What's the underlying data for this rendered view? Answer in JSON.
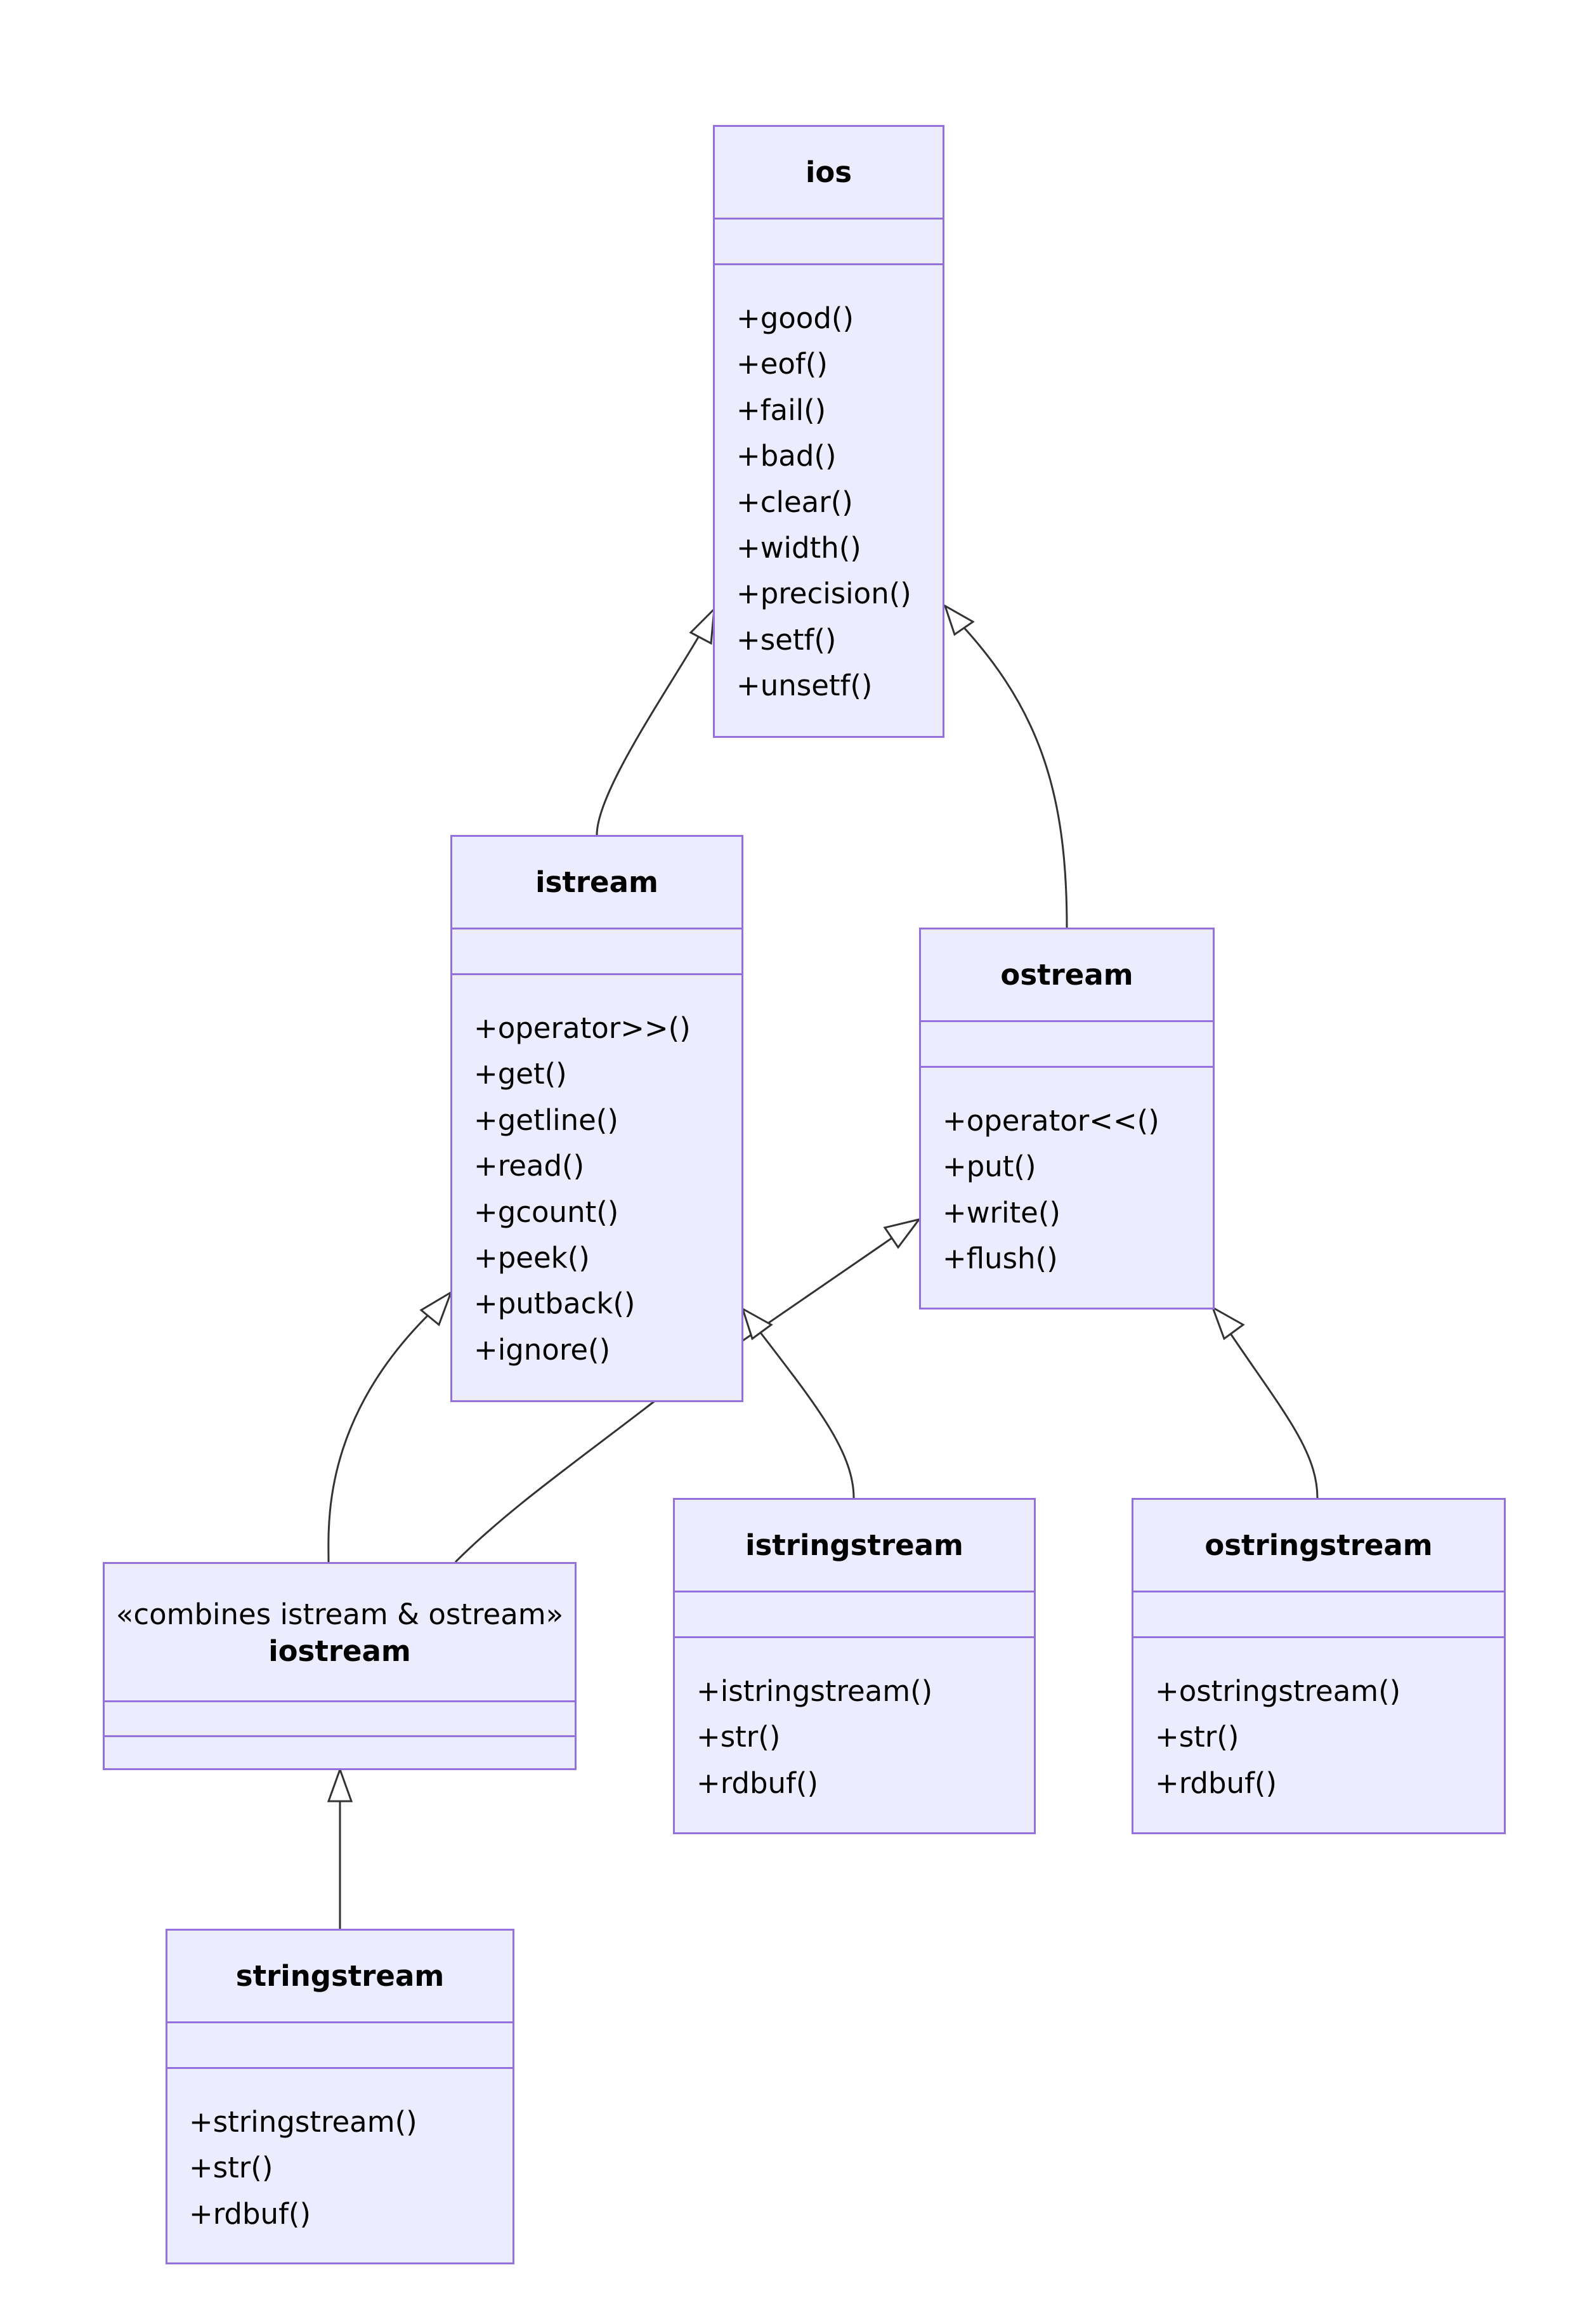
{
  "classes": {
    "ios": {
      "name": "ios",
      "methods": [
        "+good()",
        "+eof()",
        "+fail()",
        "+bad()",
        "+clear()",
        "+width()",
        "+precision()",
        "+setf()",
        "+unsetf()"
      ]
    },
    "istream": {
      "name": "istream",
      "methods": [
        "+operator>>()",
        "+get()",
        "+getline()",
        "+read()",
        "+gcount()",
        "+peek()",
        "+putback()",
        "+ignore()"
      ]
    },
    "ostream": {
      "name": "ostream",
      "methods": [
        "+operator<<()",
        "+put()",
        "+write()",
        "+flush()"
      ]
    },
    "iostream": {
      "stereotype": "«combines istream & ostream»",
      "name": "iostream"
    },
    "istringstream": {
      "name": "istringstream",
      "methods": [
        "+istringstream()",
        "+str()",
        "+rdbuf()"
      ]
    },
    "ostringstream": {
      "name": "ostringstream",
      "methods": [
        "+ostringstream()",
        "+str()",
        "+rdbuf()"
      ]
    },
    "stringstream": {
      "name": "stringstream",
      "methods": [
        "+stringstream()",
        "+str()",
        "+rdbuf()"
      ]
    }
  },
  "relations": [
    {
      "from": "istream",
      "to": "ios",
      "type": "inheritance"
    },
    {
      "from": "ostream",
      "to": "ios",
      "type": "inheritance"
    },
    {
      "from": "iostream",
      "to": "istream",
      "type": "inheritance"
    },
    {
      "from": "iostream",
      "to": "ostream",
      "type": "inheritance"
    },
    {
      "from": "istringstream",
      "to": "istream",
      "type": "inheritance"
    },
    {
      "from": "ostringstream",
      "to": "ostream",
      "type": "inheritance"
    },
    {
      "from": "stringstream",
      "to": "iostream",
      "type": "inheritance"
    }
  ],
  "colors": {
    "fill": "#ECECFF",
    "border": "#9370DB",
    "edge": "#333333",
    "text": "#000000"
  }
}
